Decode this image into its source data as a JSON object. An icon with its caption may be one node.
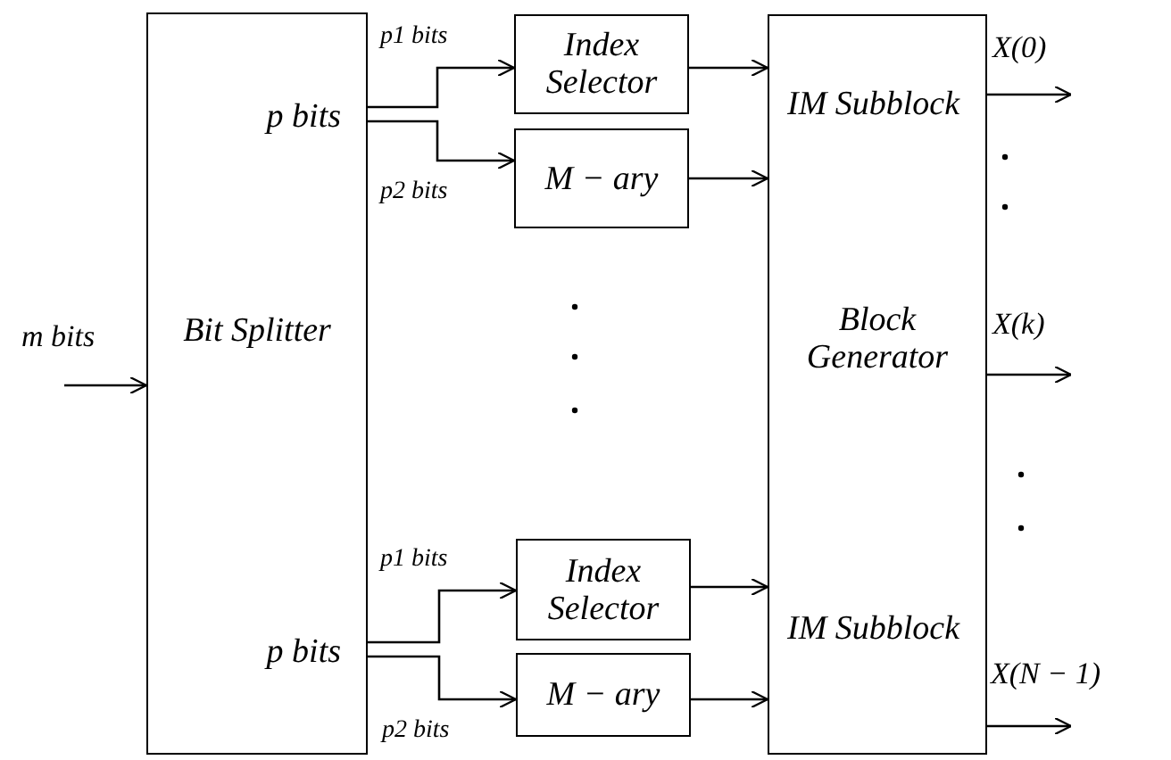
{
  "diagram": {
    "nodes": [
      {
        "text": [
          "p bits",
          "Bit Splitter",
          "p bits"
        ]
      },
      {
        "text": [
          "Index Selector"
        ]
      },
      {
        "text": [
          "M − ary"
        ]
      },
      {
        "text": [
          "Index Selector"
        ]
      },
      {
        "text": [
          "M − ary"
        ]
      },
      {
        "text": [
          "IM Subblock",
          "Block Generator",
          "IM Subblock"
        ]
      }
    ],
    "edges": [
      {
        "from": null,
        "to": 0,
        "arrow": "to",
        "label": "m bits"
      },
      {
        "from": 0,
        "to": 1,
        "arrow": "to",
        "label": "p1 bits"
      },
      {
        "from": 0,
        "to": 2,
        "arrow": "to",
        "label": "p2 bits"
      },
      {
        "from": 0,
        "to": 3,
        "arrow": "to",
        "label": "p1 bits"
      },
      {
        "from": 0,
        "to": 4,
        "arrow": "to",
        "label": "p2 bits"
      },
      {
        "from": 1,
        "to": 5,
        "arrow": "to"
      },
      {
        "from": 2,
        "to": 5,
        "arrow": "to"
      },
      {
        "from": 3,
        "to": 5,
        "arrow": "to"
      },
      {
        "from": 4,
        "to": 5,
        "arrow": "to"
      },
      {
        "from": 5,
        "to": null,
        "arrow": "to",
        "label": "X(0)"
      },
      {
        "from": 5,
        "to": null,
        "arrow": "to",
        "label": "X(k)"
      },
      {
        "from": 5,
        "to": null,
        "arrow": "to",
        "label": "X(N − 1)"
      }
    ]
  }
}
